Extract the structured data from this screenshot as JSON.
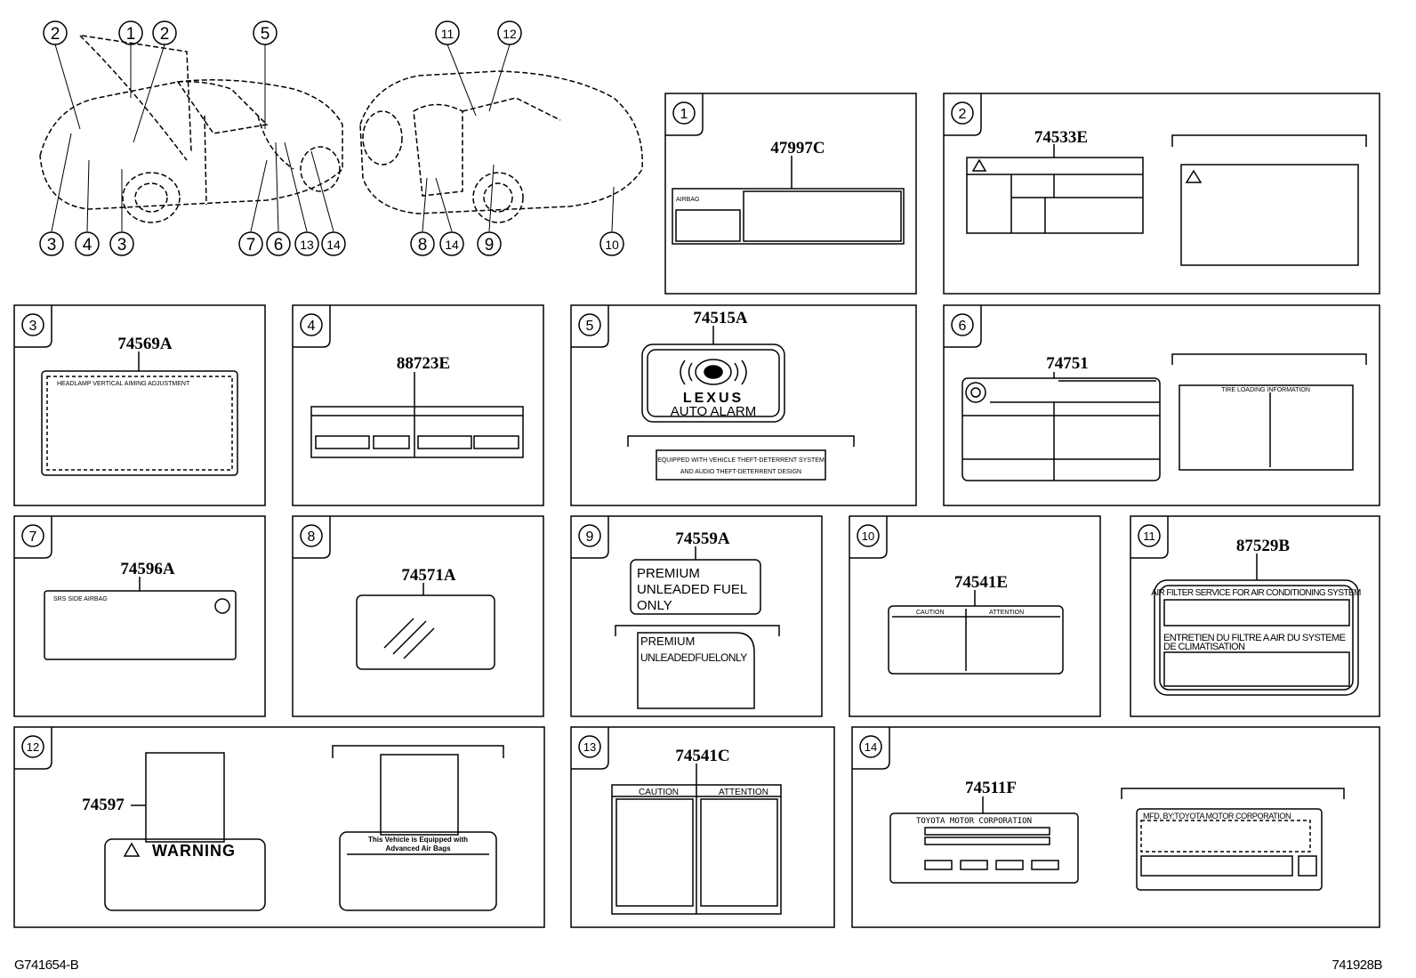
{
  "footer": {
    "left_code": "G741654-B",
    "right_code": "741928B"
  },
  "overview": {
    "callouts_left": [
      "2",
      "1",
      "2",
      "5",
      "3",
      "4",
      "3",
      "7",
      "6",
      "13",
      "14"
    ],
    "callouts_right": [
      "11",
      "12",
      "8",
      "14",
      "9",
      "10"
    ]
  },
  "panels": [
    {
      "index": "1",
      "part": "47997C",
      "text": "AIRBAG"
    },
    {
      "index": "2",
      "part": "74533E",
      "text": ""
    },
    {
      "index": "3",
      "part": "74569A",
      "text": "HEADLAMP VERTICAL AIMING ADJUSTMENT"
    },
    {
      "index": "4",
      "part": "88723E",
      "text": ""
    },
    {
      "index": "5",
      "part": "74515A",
      "brand": "LEXUS",
      "text": "AUTO ALARM",
      "sub1": "EQUIPPED WITH VEHICLE THEFT-DETERRENT SYSTEM",
      "sub2": "AND AUDIO THEFT-DETERRENT DESIGN"
    },
    {
      "index": "6",
      "part": "74751",
      "text": "TIRE LOADING INFORMATION"
    },
    {
      "index": "7",
      "part": "74596A",
      "text": "SRS SIDE AIRBAG"
    },
    {
      "index": "8",
      "part": "74571A",
      "text": ""
    },
    {
      "index": "9",
      "part": "74559A",
      "line1": "PREMIUM",
      "line2": "UNLEADED FUEL",
      "line3": "ONLY",
      "alt1": "PREMIUM",
      "alt2": "UNLEADEDFUELONLY"
    },
    {
      "index": "10",
      "part": "74541E",
      "caution": "CAUTION",
      "attention": "ATTENTION"
    },
    {
      "index": "11",
      "part": "87529B",
      "line1": "AIR FILTER SERVICE FOR AIR CONDITIONING SYSTEM",
      "line2": "ENTRETIEN DU FILTRE A AIR DU SYSTEME",
      "line3": "DE CLIMATISATION"
    },
    {
      "index": "12",
      "part": "74597",
      "warning": "WARNING",
      "alt1": "This Vehicle is Equipped with",
      "alt2": "Advanced Air Bags"
    },
    {
      "index": "13",
      "part": "74541C",
      "caution": "CAUTION",
      "attention": "ATTENTION"
    },
    {
      "index": "14",
      "part": "74511F",
      "text": "TOYOTA MOTOR CORPORATION",
      "alt": "MFD. BY:TOYOTA MOTOR CORPORATION"
    }
  ]
}
